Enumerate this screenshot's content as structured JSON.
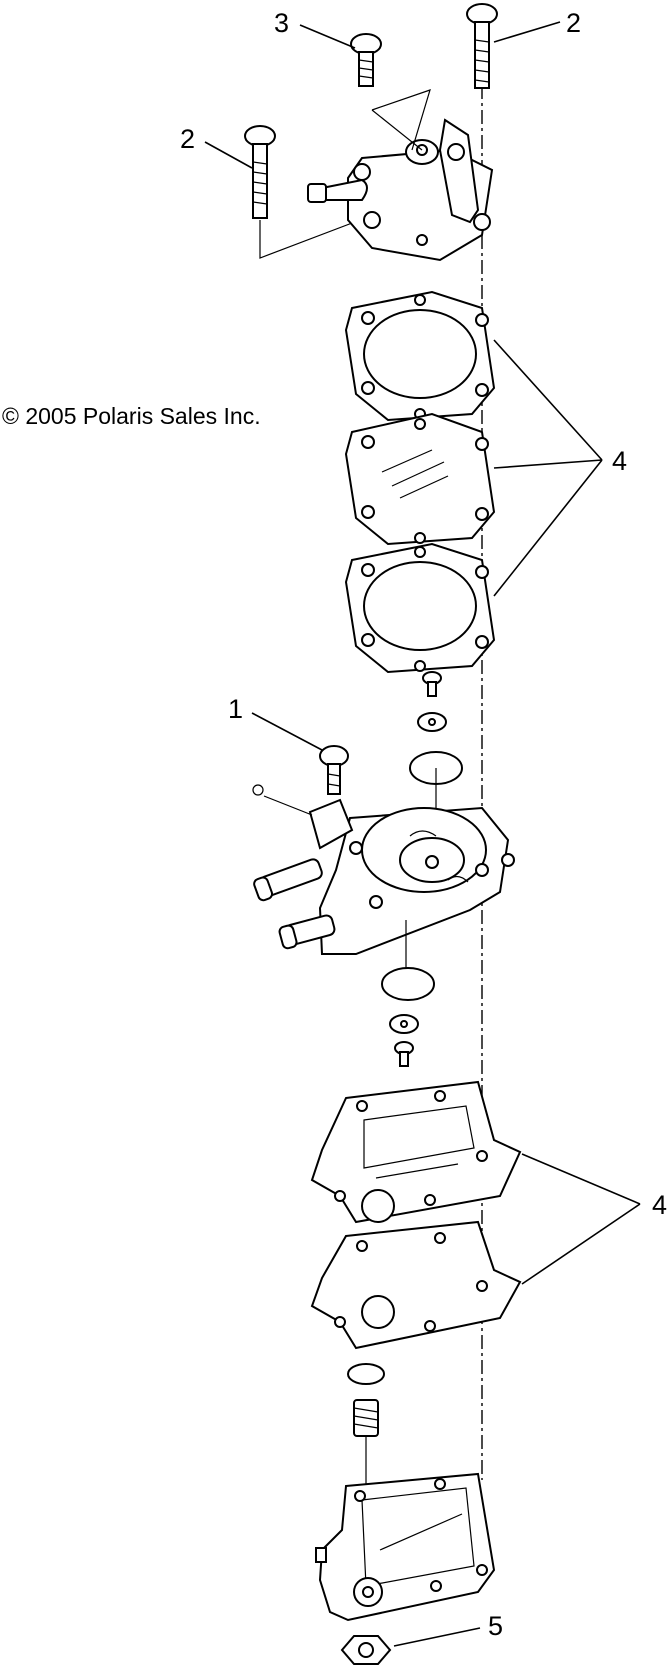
{
  "copyright": "© 2005 Polaris Sales Inc.",
  "callouts": {
    "c1": "1",
    "c2a": "2",
    "c2b": "2",
    "c3": "3",
    "c4a": "4",
    "c4b": "4",
    "c5": "5"
  }
}
